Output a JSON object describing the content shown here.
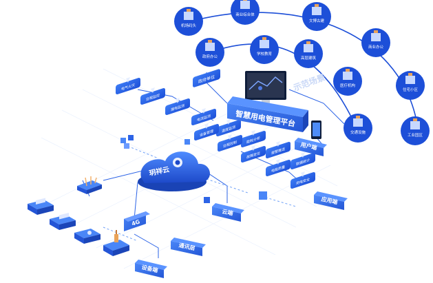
{
  "platform": {
    "title": "智慧用电管理平台"
  },
  "cloud": {
    "name": "玥祥云"
  },
  "user_end": {
    "label": "用户端"
  },
  "cloud_end": {
    "label": "云端"
  },
  "app_layer": {
    "label": "应用端"
  },
  "comm_layer": {
    "label": "通讯层"
  },
  "device_layer": {
    "label": "设备端"
  },
  "network": {
    "label": "4G"
  },
  "arc_watermark": "示范场景",
  "scenes": [
    {
      "label": "机场码头"
    },
    {
      "label": "商业综合体"
    },
    {
      "label": "文博古建"
    },
    {
      "label": "商业办公"
    },
    {
      "label": "政府办公"
    },
    {
      "label": "学校教育"
    },
    {
      "label": "高层建筑"
    },
    {
      "label": "医疗机构"
    },
    {
      "label": "交通设施"
    },
    {
      "label": "住宅小区"
    },
    {
      "label": "工业园区"
    }
  ],
  "institutions_tile": {
    "label": "政府单位"
  },
  "app_tiles": [
    {
      "label": "电气火灾"
    },
    {
      "label": "远程监控"
    },
    {
      "label": "漏电监测"
    },
    {
      "label": "电流监测"
    },
    {
      "label": "温度监测"
    },
    {
      "label": "能耗分析"
    },
    {
      "label": "报警推送"
    },
    {
      "label": "数据统计"
    },
    {
      "label": "设备管理"
    },
    {
      "label": "远程控制"
    },
    {
      "label": "故障定位"
    },
    {
      "label": "电能质量"
    },
    {
      "label": "用电安全"
    }
  ]
}
